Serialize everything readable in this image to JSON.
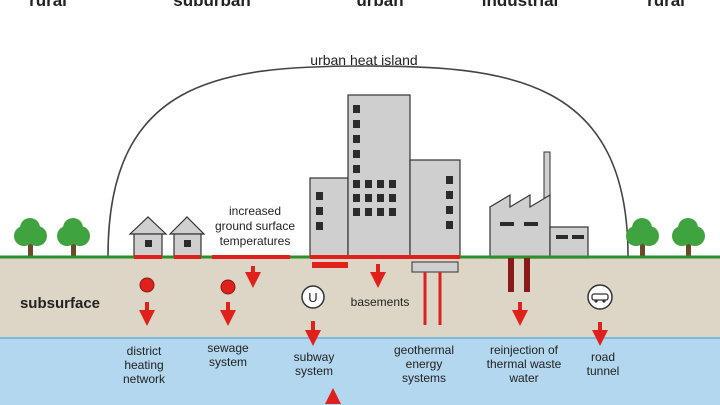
{
  "zones": [
    "rural",
    "suburban",
    "urban",
    "industrial",
    "rural"
  ],
  "dome_label": "urban heat island",
  "surface_temps_label": [
    "increased",
    "ground surface",
    "temperatures"
  ],
  "subsurface_label": "subsurface",
  "basements_label": "basements",
  "subway_symbol": "U",
  "sources": {
    "district_heating": [
      "district",
      "heating",
      "network"
    ],
    "sewage": [
      "sewage",
      "system"
    ],
    "subway": [
      "subway",
      "system"
    ],
    "geothermal": [
      "geothermal",
      "energy",
      "systems"
    ],
    "reinjection": [
      "reinjection of",
      "thermal waste",
      "water"
    ],
    "road_tunnel": [
      "road",
      "tunnel"
    ]
  },
  "colors": {
    "sky": "#ffffff",
    "ground": "#ddd6c6",
    "water": "#b2d7ee",
    "grass": "#2e8f2e",
    "tree": "#3fa33f",
    "building": "#cfcfcf",
    "window": "#2b2b2b",
    "arrow": "#e0201b",
    "pipe": "#8a1a1a"
  }
}
